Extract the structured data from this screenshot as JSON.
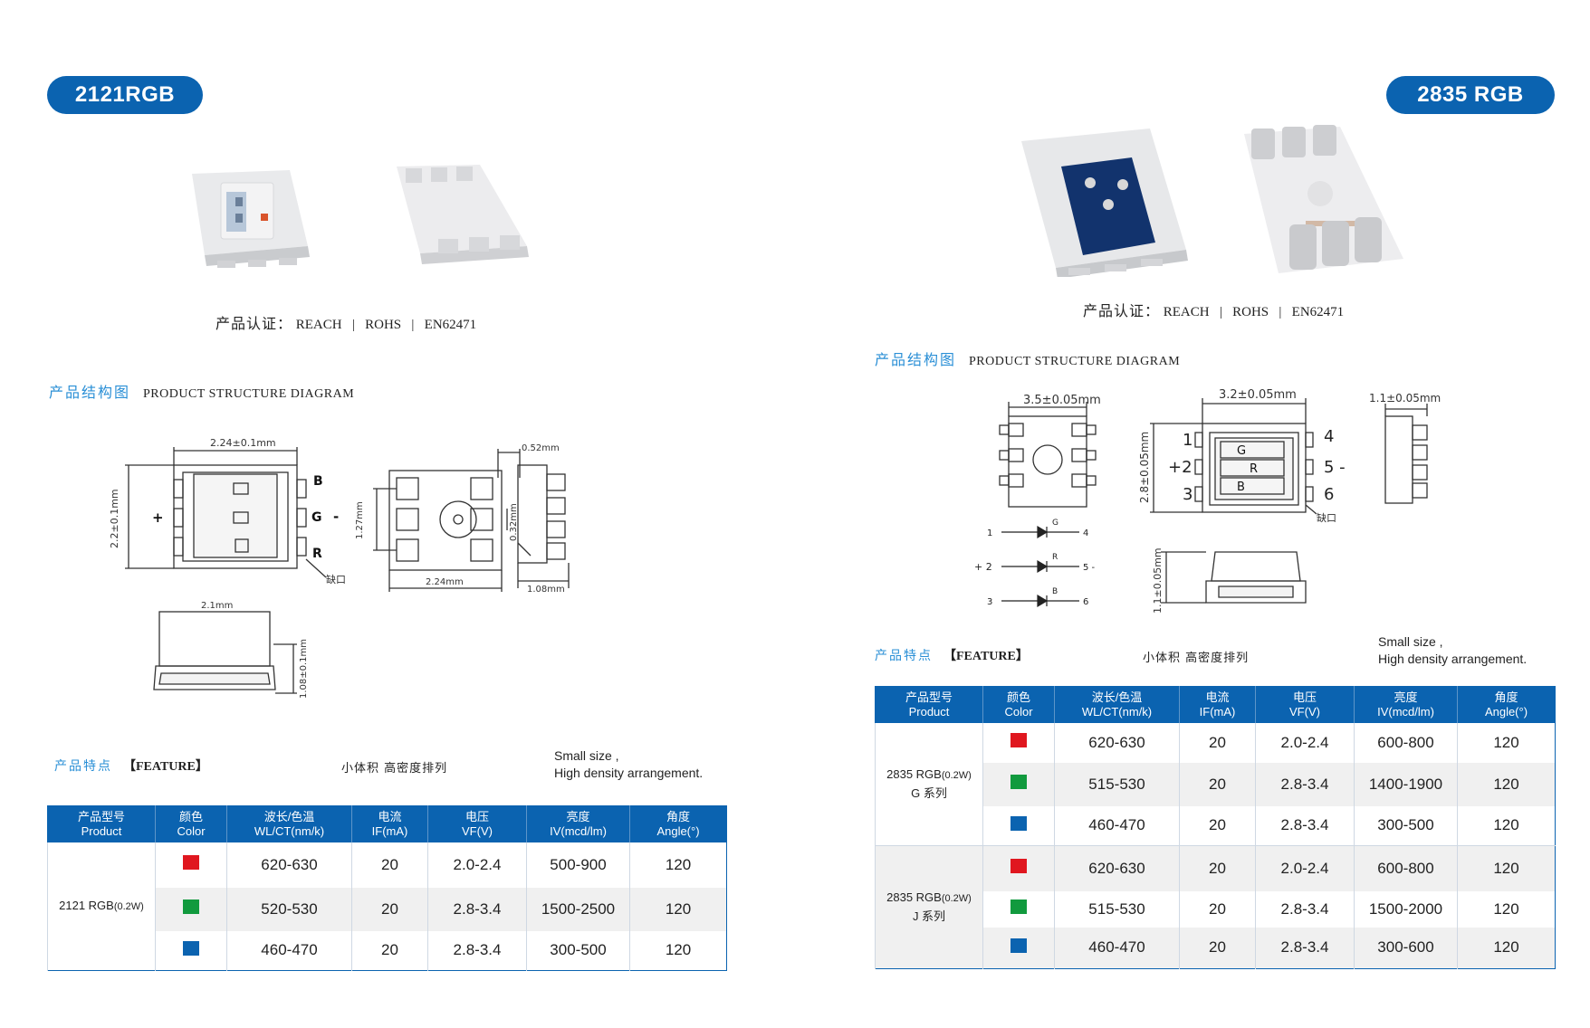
{
  "left": {
    "title": "2121RGB",
    "cert": {
      "label": "产品认证：",
      "items": [
        "REACH",
        "ROHS",
        "EN62471"
      ],
      "sep": "|"
    },
    "structure": {
      "cn": "产品结构图",
      "en": "PRODUCT  STRUCTURE DIAGRAM"
    },
    "dims": {
      "top_w": "2.24±0.1mm",
      "side_h": "2.2±0.1mm",
      "pitch": "1.27mm",
      "pad_w": "0.52mm",
      "pad_h": "0.32mm",
      "bottom_w": "2.24mm",
      "side_w": "1.08mm",
      "front_w": "2.1mm",
      "front_h": "1.08±0.1mm",
      "notch": "缺口",
      "plus": "+",
      "minus": "-",
      "pins": [
        "B",
        "G",
        "R"
      ]
    },
    "feature": {
      "cn": "产品特点",
      "en": "【FEATURE】",
      "desc_cn": "小体积  高密度排列",
      "desc_en": [
        "Small size ,",
        "High density arrangement."
      ]
    },
    "table": {
      "headers": [
        [
          "产品型号",
          "Product"
        ],
        [
          "颜色",
          "Color"
        ],
        [
          "波长/色温",
          "WL/CT(nm/k)"
        ],
        [
          "电流",
          "IF(mA)"
        ],
        [
          "电压",
          "VF(V)"
        ],
        [
          "亮度",
          "IV(mcd/lm)"
        ],
        [
          "角度",
          "Angle(°)"
        ]
      ],
      "groups": [
        {
          "product": "2121 RGB",
          "power": "(0.2W)",
          "series": "",
          "rows": [
            {
              "color": "#e0171f",
              "wl": "620-630",
              "if": "20",
              "vf": "2.0-2.4",
              "iv": "500-900",
              "angle": "120"
            },
            {
              "color": "#119a3e",
              "wl": "520-530",
              "if": "20",
              "vf": "2.8-3.4",
              "iv": "1500-2500",
              "angle": "120"
            },
            {
              "color": "#0b63b0",
              "wl": "460-470",
              "if": "20",
              "vf": "2.8-3.4",
              "iv": "300-500",
              "angle": "120"
            }
          ]
        }
      ]
    }
  },
  "right": {
    "title": "2835 RGB",
    "cert": {
      "label": "产品认证：",
      "items": [
        "REACH",
        "ROHS",
        "EN62471"
      ],
      "sep": "|"
    },
    "structure": {
      "cn": "产品结构图",
      "en": "PRODUCT  STRUCTURE DIAGRAM"
    },
    "dims": {
      "w1": "3.5±0.05mm",
      "w2": "3.2±0.05mm",
      "h": "2.8±0.05mm",
      "t": "1.1±0.05mm",
      "t2": "1.1±0.05mm",
      "pins_l": [
        "1",
        "+2",
        "3"
      ],
      "pins_r": [
        "4",
        "5 -",
        "6"
      ],
      "chips": [
        "G",
        "R",
        "B"
      ],
      "notch": "缺口",
      "circuit": [
        {
          "l": "1",
          "c": "G",
          "r": "4"
        },
        {
          "l": "+ 2",
          "c": "R",
          "r": "5 -"
        },
        {
          "l": "3",
          "c": "B",
          "r": "6"
        }
      ]
    },
    "feature": {
      "cn": "产品特点",
      "en": "【FEATURE】",
      "desc_cn": "小体积  高密度排列",
      "desc_en": [
        "Small size ,",
        "High density arrangement."
      ]
    },
    "table": {
      "headers": [
        [
          "产品型号",
          "Product"
        ],
        [
          "颜色",
          "Color"
        ],
        [
          "波长/色温",
          "WL/CT(nm/k)"
        ],
        [
          "电流",
          "IF(mA)"
        ],
        [
          "电压",
          "VF(V)"
        ],
        [
          "亮度",
          "IV(mcd/lm)"
        ],
        [
          "角度",
          "Angle(°)"
        ]
      ],
      "groups": [
        {
          "product": "2835 RGB",
          "power": "(0.2W)",
          "series": "G 系列",
          "rows": [
            {
              "color": "#e0171f",
              "wl": "620-630",
              "if": "20",
              "vf": "2.0-2.4",
              "iv": "600-800",
              "angle": "120"
            },
            {
              "color": "#119a3e",
              "wl": "515-530",
              "if": "20",
              "vf": "2.8-3.4",
              "iv": "1400-1900",
              "angle": "120"
            },
            {
              "color": "#0b63b0",
              "wl": "460-470",
              "if": "20",
              "vf": "2.8-3.4",
              "iv": "300-500",
              "angle": "120"
            }
          ]
        },
        {
          "product": "2835 RGB",
          "power": "(0.2W)",
          "series": "J 系列",
          "rows": [
            {
              "color": "#e0171f",
              "wl": "620-630",
              "if": "20",
              "vf": "2.0-2.4",
              "iv": "600-800",
              "angle": "120"
            },
            {
              "color": "#119a3e",
              "wl": "515-530",
              "if": "20",
              "vf": "2.8-3.4",
              "iv": "1500-2000",
              "angle": "120"
            },
            {
              "color": "#0b63b0",
              "wl": "460-470",
              "if": "20",
              "vf": "2.8-3.4",
              "iv": "300-600",
              "angle": "120"
            }
          ]
        }
      ]
    }
  }
}
